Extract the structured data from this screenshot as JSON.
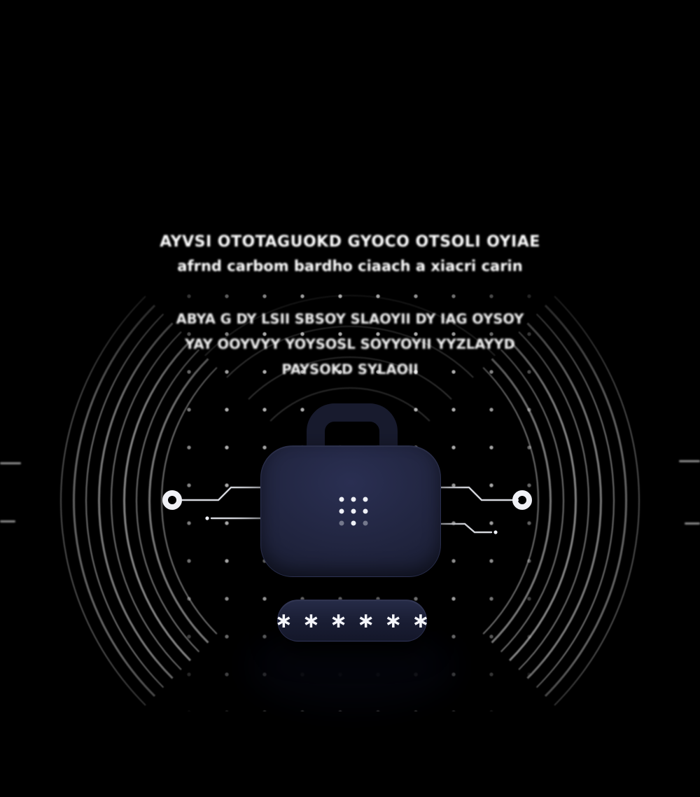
{
  "heading": {
    "line1": "AYVSI OTOTAGUOKD GYOCO OTSOLI OYIAE",
    "line2": "afrnd carbom bardho ciaach a xiacri carin"
  },
  "paragraph": {
    "line1": "ABYA G DY LSII SBSOY SLAOYII DY IAG OYSOY",
    "line2": "YAY OOYVYY YOYSOSL SOYYOYII YYZLAYYD",
    "line3": "PAYSOKD SYLAOII"
  },
  "password_field": {
    "masked_value": "∗∗∗∗∗∗"
  },
  "vault": {
    "keypad_dots": [
      [
        1,
        1,
        1
      ],
      [
        1,
        1,
        1
      ],
      [
        0.4,
        1,
        0.4
      ]
    ]
  },
  "colors": {
    "background": "#000000",
    "vault_fill": "#1d2138",
    "text": "#ffffff"
  }
}
